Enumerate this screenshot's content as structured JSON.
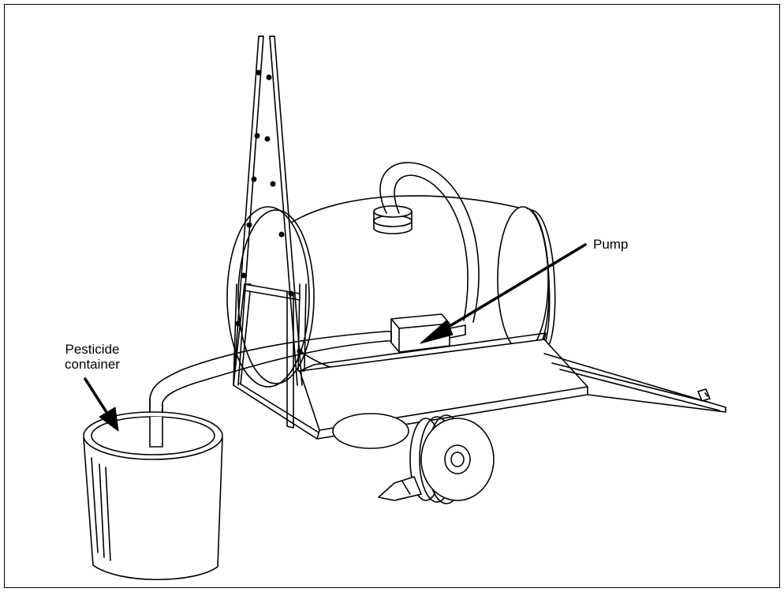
{
  "labels": {
    "pump": "Pump",
    "pesticide_line1": "Pesticide",
    "pesticide_line2": "container"
  },
  "colors": {
    "line": "#000000",
    "background": "#ffffff"
  }
}
